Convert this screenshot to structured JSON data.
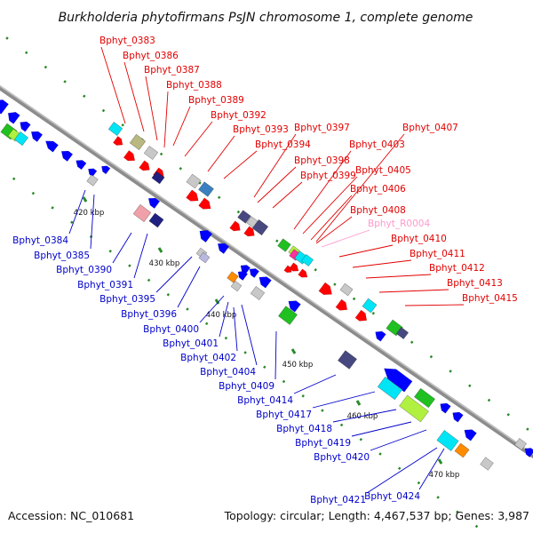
{
  "title": "Burkholderia phytofirmans PsJN chromosome 1, complete genome",
  "accession": "Accession: NC_010681",
  "topology": "Topology: circular; Length: 4,467,537 bp; Genes: 3,987",
  "colors": {
    "forward_label": "#e30000",
    "reverse_label": "#0000cc",
    "rna_label": "#ff99cc",
    "backbone": "#8c8c8c",
    "tick": "#2a8a2a"
  },
  "scale_ticks": [
    {
      "label": "420 kbp"
    },
    {
      "label": "430 kbp"
    },
    {
      "label": "440 kbp"
    },
    {
      "label": "450 kbp"
    },
    {
      "label": "460 kbp"
    },
    {
      "label": "470 kbp"
    }
  ],
  "forward_genes": [
    {
      "name": "Bphyt_0383",
      "kind": "cds"
    },
    {
      "name": "Bphyt_0386",
      "kind": "cds"
    },
    {
      "name": "Bphyt_0387",
      "kind": "cds"
    },
    {
      "name": "Bphyt_0388",
      "kind": "cds"
    },
    {
      "name": "Bphyt_0389",
      "kind": "cds"
    },
    {
      "name": "Bphyt_0392",
      "kind": "cds"
    },
    {
      "name": "Bphyt_0393",
      "kind": "cds"
    },
    {
      "name": "Bphyt_0394",
      "kind": "cds"
    },
    {
      "name": "Bphyt_0397",
      "kind": "cds"
    },
    {
      "name": "Bphyt_0398",
      "kind": "cds"
    },
    {
      "name": "Bphyt_0399",
      "kind": "cds"
    },
    {
      "name": "Bphyt_0403",
      "kind": "cds"
    },
    {
      "name": "Bphyt_0405",
      "kind": "cds"
    },
    {
      "name": "Bphyt_0406",
      "kind": "cds"
    },
    {
      "name": "Bphyt_0407",
      "kind": "cds"
    },
    {
      "name": "Bphyt_0408",
      "kind": "cds"
    },
    {
      "name": "Bphyt_R0004",
      "kind": "rna"
    },
    {
      "name": "Bphyt_0410",
      "kind": "cds"
    },
    {
      "name": "Bphyt_0411",
      "kind": "cds"
    },
    {
      "name": "Bphyt_0412",
      "kind": "cds"
    },
    {
      "name": "Bphyt_0413",
      "kind": "cds"
    },
    {
      "name": "Bphyt_0415",
      "kind": "cds"
    }
  ],
  "reverse_genes": [
    {
      "name": "Bphyt_0384"
    },
    {
      "name": "Bphyt_0385"
    },
    {
      "name": "Bphyt_0390"
    },
    {
      "name": "Bphyt_0391"
    },
    {
      "name": "Bphyt_0395"
    },
    {
      "name": "Bphyt_0396"
    },
    {
      "name": "Bphyt_0400"
    },
    {
      "name": "Bphyt_0401"
    },
    {
      "name": "Bphyt_0402"
    },
    {
      "name": "Bphyt_0404"
    },
    {
      "name": "Bphyt_0409"
    },
    {
      "name": "Bphyt_0414"
    },
    {
      "name": "Bphyt_0417"
    },
    {
      "name": "Bphyt_0418"
    },
    {
      "name": "Bphyt_0419"
    },
    {
      "name": "Bphyt_0420"
    },
    {
      "name": "Bphyt_0421"
    },
    {
      "name": "Bphyt_0424"
    }
  ]
}
